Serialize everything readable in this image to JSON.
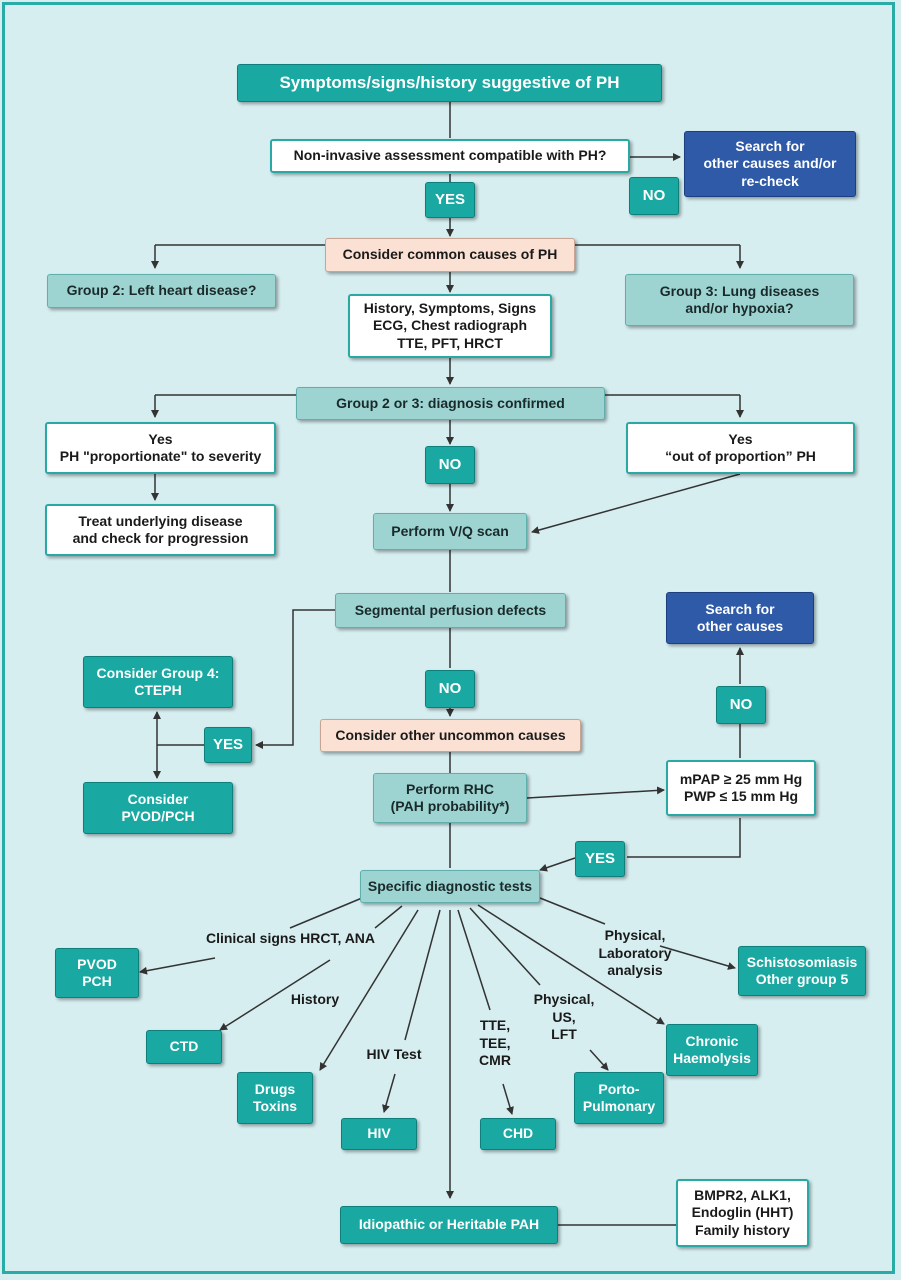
{
  "nodes": {
    "start": "Symptoms/signs/history suggestive of PH",
    "noninvasive": "Non-invasive assessment compatible with PH?",
    "search_recheck": "Search for\nother causes and/or\nre-check",
    "no1": "NO",
    "yes1": "YES",
    "common_causes": "Consider common causes of PH",
    "group2": "Group 2: Left heart disease?",
    "group3": "Group 3: Lung diseases\nand/or hypoxia?",
    "history_tests": "History, Symptoms, Signs\nECG, Chest radiograph\nTTE, PFT, HRCT",
    "group23_confirmed": "Group 2 or 3: diagnosis confirmed",
    "yes_proportionate": "Yes\nPH \"proportionate\" to severity",
    "no2": "NO",
    "yes_out_of_proportion": "Yes\n“out of proportion” PH",
    "treat_underlying": "Treat underlying disease\nand check for progression",
    "vq_scan": "Perform V/Q scan",
    "segmental_defects": "Segmental perfusion defects",
    "search_other": "Search for\nother causes",
    "group4": "Consider Group 4:\nCTEPH",
    "no3": "NO",
    "no4": "NO",
    "yes2": "YES",
    "uncommon_causes": "Consider other uncommon causes",
    "pvod_pch": "Consider\nPVOD/PCH",
    "rhc": "Perform RHC\n(PAH probability*)",
    "mpap": "mPAP ≥ 25 mm Hg\nPWP ≤ 15 mm Hg",
    "yes3": "YES",
    "specific_tests": "Specific diagnostic tests",
    "pvod_pch2": "PVOD\nPCH",
    "schisto": "Schistosomiasis\nOther group 5",
    "ctd": "CTD",
    "chronic_haemolysis": "Chronic\nHaemolysis",
    "drugs_toxins": "Drugs\nToxins",
    "porto_pulmonary": "Porto-\nPulmonary",
    "hiv": "HIV",
    "chd": "CHD",
    "idiopathic": "Idiopathic or Heritable PAH",
    "bmpr2": "BMPR2, ALK1,\nEndoglin (HHT)\nFamily history"
  },
  "labels": {
    "clinical_signs": "Clinical signs HRCT, ANA",
    "history": "History",
    "hiv_test": "HIV Test",
    "tte_tee_cmr": "TTE,\nTEE,\nCMR",
    "physical_us_lft": "Physical,\nUS,\nLFT",
    "physical_lab": "Physical,\nLaboratory\nanalysis"
  },
  "colors": {
    "teal": "#1aa9a2",
    "light_teal": "#9dd4d2",
    "peach": "#fbe1d4",
    "blue": "#2e5aa8",
    "background": "#d6eef0"
  }
}
